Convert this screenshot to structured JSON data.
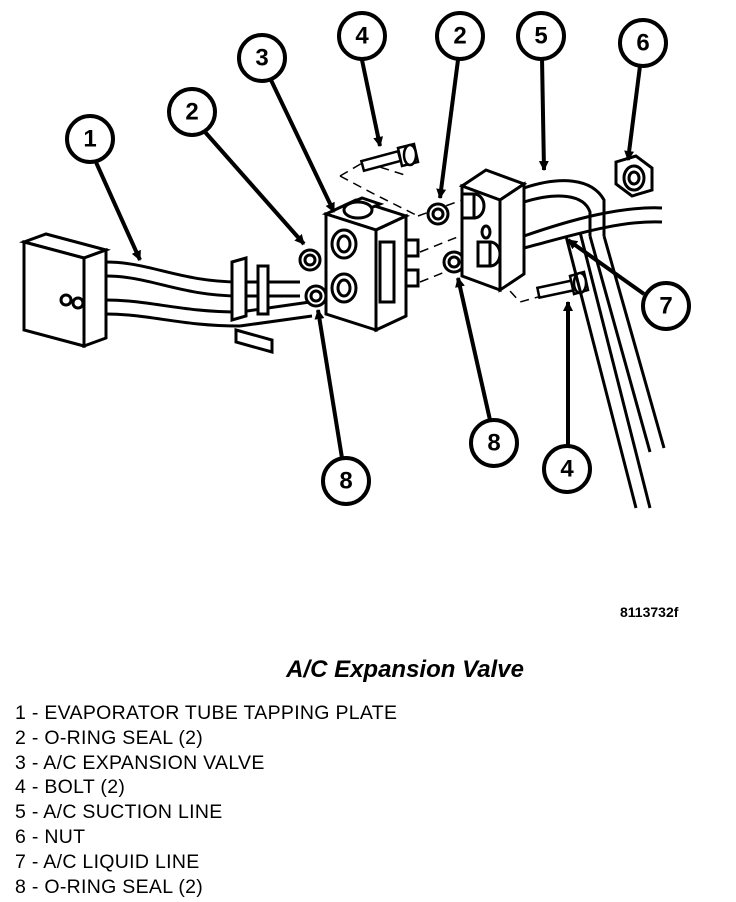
{
  "figure_id": "8113732f",
  "caption": "A/C Expansion Valve",
  "callouts": [
    "1",
    "2",
    "3",
    "4",
    "2",
    "5",
    "6",
    "7",
    "8",
    "8",
    "4"
  ],
  "legend": [
    "1 - EVAPORATOR TUBE TAPPING PLATE",
    "2 - O-RING SEAL (2)",
    "3 - A/C EXPANSION VALVE",
    "4 - BOLT (2)",
    "5 - A/C SUCTION LINE",
    "6 - NUT",
    "7 - A/C LIQUID LINE",
    "8 - O-RING SEAL (2)"
  ]
}
